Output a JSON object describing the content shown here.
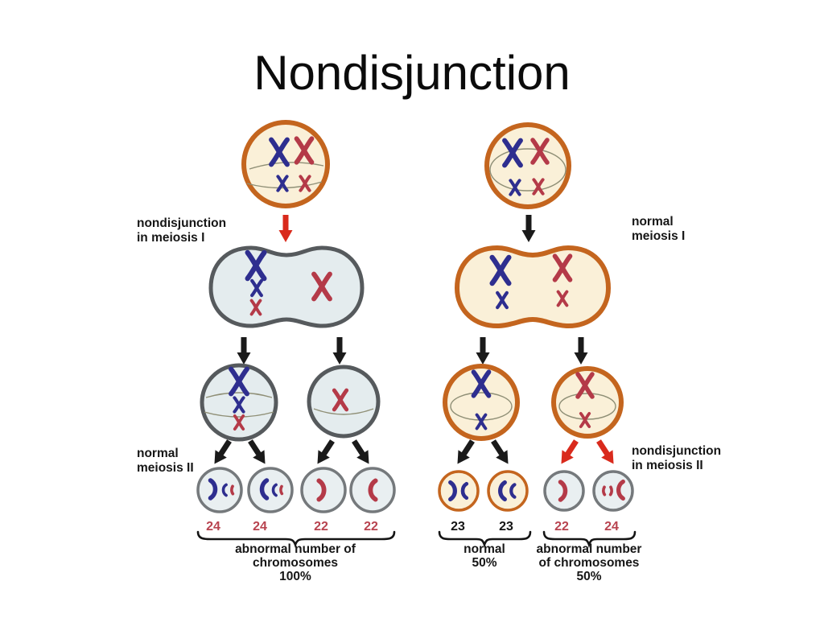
{
  "title": "Nondisjunction",
  "diagram": {
    "left": {
      "meiosis1_label": [
        "nondisjunction",
        "in meiosis I"
      ],
      "meiosis2_label": [
        "normal",
        "meiosis II"
      ],
      "gamete_counts": [
        "24",
        "24",
        "22",
        "22"
      ],
      "outcome": [
        "abnormal number of",
        "chromosomes",
        "100%"
      ]
    },
    "right": {
      "meiosis1_label": [
        "normal",
        "meiosis I"
      ],
      "meiosis2_label": [
        "nondisjunction",
        "in meiosis II"
      ],
      "gamete_counts_normal": [
        "23",
        "23"
      ],
      "gamete_counts_abnormal": [
        "22",
        "24"
      ],
      "outcome_normal": [
        "normal",
        "50%"
      ],
      "outcome_abnormal": [
        "abnormal number",
        "of chromosomes",
        "50%"
      ]
    },
    "colors": {
      "chromosome-blue": "#2e2e8f",
      "chromosome-red": "#b43a48",
      "arrow-black": "#1a1a1a",
      "arrow-red": "#d92a1c",
      "count-red": "#b8434f",
      "cell-orange-stroke": "#c4651e",
      "cell-orange-fill": "#faf0d8",
      "cell-gray-stroke": "#565a5d",
      "cell-gray-fill": "#e4ecee",
      "gamete-gray-stroke": "#75797c",
      "gamete-gray-fill": "#e9eff1",
      "spindle": "#8f8f76"
    }
  }
}
